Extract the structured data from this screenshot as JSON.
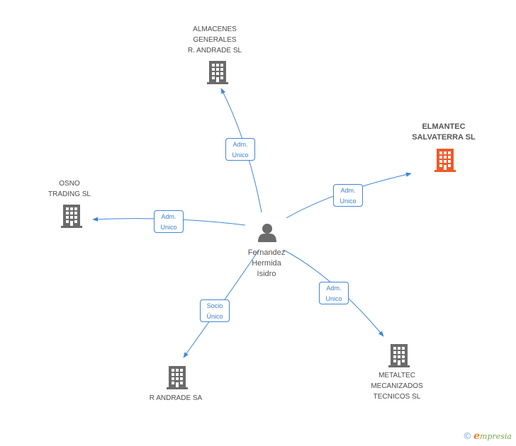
{
  "colors": {
    "edge": "#3f86d6",
    "node_default": "#6b6b6b",
    "node_highlight": "#f05a28",
    "label": "#4a4a4a"
  },
  "center": {
    "name_lines": [
      "Fernandez",
      "Hermida",
      "Isidro"
    ],
    "icon": "person-icon"
  },
  "nodes": [
    {
      "id": "almacenes",
      "lines": [
        "ALMACENES",
        "GENERALES",
        "R.  ANDRADE  SL"
      ],
      "icon": "building-icon",
      "highlight": false
    },
    {
      "id": "elmantec",
      "lines": [
        "ELMANTEC",
        "SALVATERRA SL"
      ],
      "icon": "building-icon",
      "highlight": true
    },
    {
      "id": "osno",
      "lines": [
        "OSNO",
        "TRADING  SL"
      ],
      "icon": "building-icon",
      "highlight": false
    },
    {
      "id": "randrade",
      "lines": [
        "R ANDRADE SA"
      ],
      "icon": "building-icon",
      "highlight": false
    },
    {
      "id": "metaltec",
      "lines": [
        "METALTEC",
        "MECANIZADOS",
        "TECNICOS  SL"
      ],
      "icon": "building-icon",
      "highlight": false
    }
  ],
  "edges": [
    {
      "target": "almacenes",
      "lines": [
        "Adm.",
        "Unico"
      ]
    },
    {
      "target": "elmantec",
      "lines": [
        "Adm.",
        "Unico"
      ]
    },
    {
      "target": "osno",
      "lines": [
        "Adm.",
        "Unico"
      ]
    },
    {
      "target": "randrade",
      "lines": [
        "Socio",
        "Único"
      ]
    },
    {
      "target": "metaltec",
      "lines": [
        "Adm.",
        "Unico"
      ]
    }
  ],
  "footer": {
    "copyright": "©",
    "brand_initial": "e",
    "brand_rest": "mpresia"
  }
}
